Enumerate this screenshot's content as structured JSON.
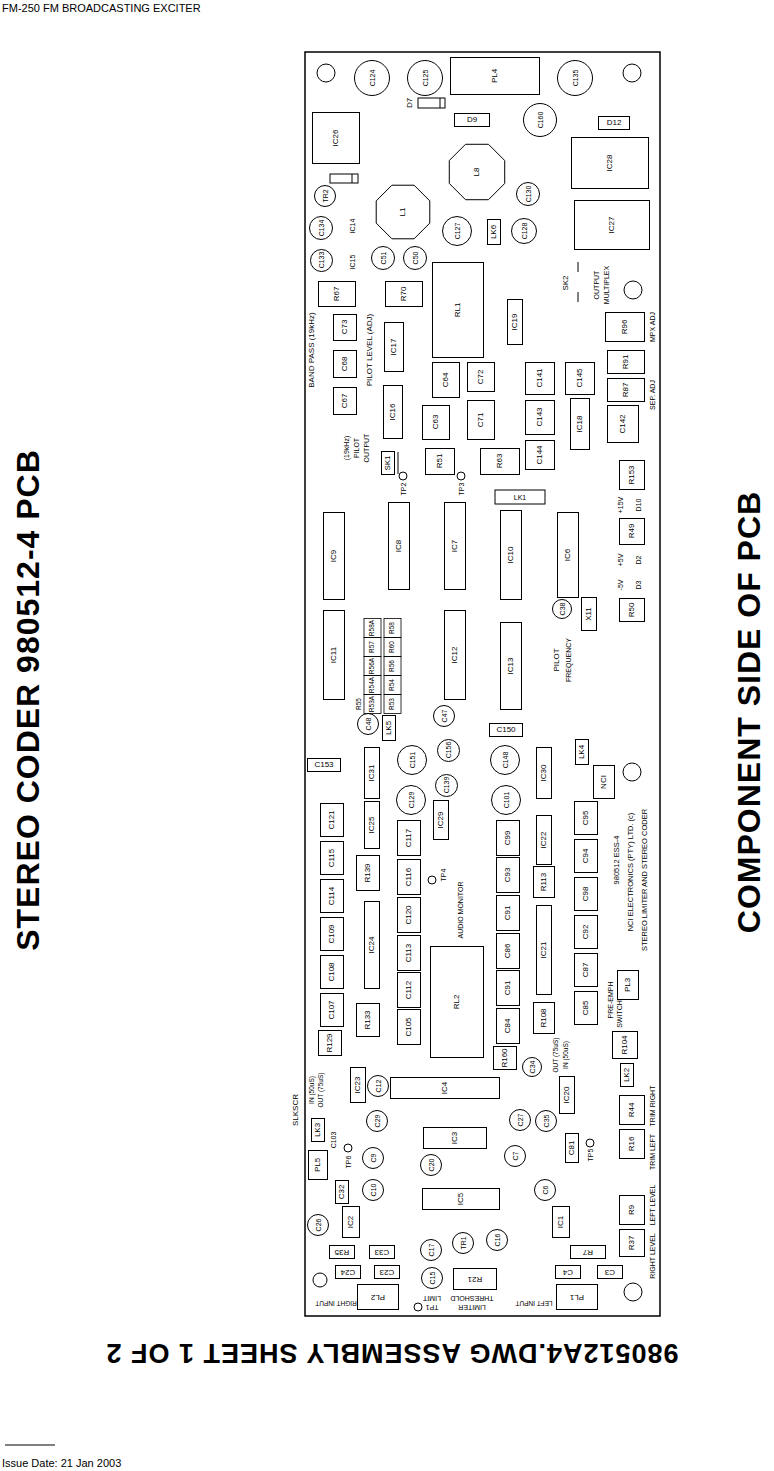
{
  "diagram": {
    "nodes": [
      {
        "text": [
          "C124"
        ]
      },
      {
        "text": [
          "C125"
        ]
      },
      {
        "text": [
          "PL4"
        ]
      },
      {
        "text": [
          "C135"
        ]
      },
      {
        "text": [
          "D9"
        ]
      },
      {
        "text": [
          "C160"
        ]
      },
      {
        "text": [
          "IC26"
        ]
      },
      {
        "text": [
          "D12"
        ]
      },
      {
        "text": [
          "IC28"
        ]
      },
      {
        "text": [
          "L8"
        ]
      },
      {
        "text": [
          "TR2"
        ]
      },
      {
        "text": [
          "L1"
        ]
      },
      {
        "text": [
          "C130"
        ]
      },
      {
        "text": [
          "C134"
        ]
      },
      {
        "text": [
          "C127"
        ]
      },
      {
        "text": [
          "LK6"
        ]
      },
      {
        "text": [
          "C128"
        ]
      },
      {
        "text": [
          "IC27"
        ]
      },
      {
        "text": [
          "C133"
        ]
      },
      {
        "text": [
          "C51"
        ]
      },
      {
        "text": [
          "C50"
        ]
      },
      {
        "text": [
          "RL1"
        ]
      },
      {
        "text": [
          "R67"
        ]
      },
      {
        "text": [
          "R70"
        ]
      },
      {
        "text": [
          "IC19"
        ]
      },
      {
        "text": [
          "R96"
        ]
      },
      {
        "text": [
          "C73"
        ]
      },
      {
        "text": [
          "C68"
        ]
      },
      {
        "text": [
          "C67"
        ]
      },
      {
        "text": [
          "IC17"
        ]
      },
      {
        "text": [
          "C64"
        ]
      },
      {
        "text": [
          "C72"
        ]
      },
      {
        "text": [
          "C141"
        ]
      },
      {
        "text": [
          "C145"
        ]
      },
      {
        "text": [
          "R91"
        ]
      },
      {
        "text": [
          "R87"
        ]
      },
      {
        "text": [
          "IC16"
        ]
      },
      {
        "text": [
          "C63"
        ]
      },
      {
        "text": [
          "C71"
        ]
      },
      {
        "text": [
          "C143"
        ]
      },
      {
        "text": [
          "IC18"
        ]
      },
      {
        "text": [
          "C142"
        ]
      },
      {
        "text": [
          "C144"
        ]
      },
      {
        "text": [
          "SK1"
        ]
      },
      {
        "text": [
          "R51"
        ]
      },
      {
        "text": [
          "R63"
        ]
      },
      {
        "text": [
          "R153"
        ]
      },
      {
        "text": [
          "R49"
        ]
      },
      {
        "text": [
          "R50"
        ]
      },
      {
        "text": [
          "IC9"
        ]
      },
      {
        "text": [
          "IC8"
        ]
      },
      {
        "text": [
          "IC7"
        ]
      },
      {
        "text": [
          "IC10"
        ]
      },
      {
        "text": [
          "IC6"
        ]
      },
      {
        "text": [
          "C38"
        ]
      },
      {
        "text": [
          "X11"
        ]
      },
      {
        "text": [
          "IC11"
        ]
      },
      {
        "text": [
          "IC12"
        ]
      },
      {
        "text": [
          "IC13"
        ]
      },
      {
        "text": [
          "C48"
        ]
      },
      {
        "text": [
          "C47"
        ]
      },
      {
        "text": [
          "LK5"
        ]
      },
      {
        "text": [
          "C150"
        ]
      },
      {
        "text": [
          "C153"
        ]
      },
      {
        "text": [
          "IC31"
        ]
      },
      {
        "text": [
          "C151"
        ]
      },
      {
        "text": [
          "C156"
        ]
      },
      {
        "text": [
          "C148"
        ]
      },
      {
        "text": [
          "LK4"
        ]
      },
      {
        "text": [
          "IC30"
        ]
      },
      {
        "text": [
          "C139"
        ]
      },
      {
        "text": [
          "C129"
        ]
      },
      {
        "text": [
          "C101"
        ]
      },
      {
        "text": [
          "NCI"
        ]
      },
      {
        "text": [
          "C121"
        ]
      },
      {
        "text": [
          "IC25"
        ]
      },
      {
        "text": [
          "C117"
        ]
      },
      {
        "text": [
          "IC29"
        ]
      },
      {
        "text": [
          "C99"
        ]
      },
      {
        "text": [
          "IC22"
        ]
      },
      {
        "text": [
          "C95"
        ]
      },
      {
        "text": [
          "C115"
        ]
      },
      {
        "text": [
          "R139"
        ]
      },
      {
        "text": [
          "C116"
        ]
      },
      {
        "text": [
          "C93"
        ]
      },
      {
        "text": [
          "R113"
        ]
      },
      {
        "text": [
          "C94"
        ]
      },
      {
        "text": [
          "C114"
        ]
      },
      {
        "text": [
          "C120"
        ]
      },
      {
        "text": [
          "C91"
        ]
      },
      {
        "text": [
          "C98"
        ]
      },
      {
        "text": [
          "C109"
        ]
      },
      {
        "text": [
          "IC24"
        ]
      },
      {
        "text": [
          "C113"
        ]
      },
      {
        "text": [
          "C86"
        ]
      },
      {
        "text": [
          "IC21"
        ]
      },
      {
        "text": [
          "C92"
        ]
      },
      {
        "text": [
          "C108"
        ]
      },
      {
        "text": [
          "C112"
        ]
      },
      {
        "text": [
          "RL2"
        ]
      },
      {
        "text": [
          "C91"
        ]
      },
      {
        "text": [
          "C87"
        ]
      },
      {
        "text": [
          "C107"
        ]
      },
      {
        "text": [
          "R133"
        ]
      },
      {
        "text": [
          "C105"
        ]
      },
      {
        "text": [
          "C84"
        ]
      },
      {
        "text": [
          "R108"
        ]
      },
      {
        "text": [
          "C85"
        ]
      },
      {
        "text": [
          "PL3"
        ]
      },
      {
        "text": [
          "R129"
        ]
      },
      {
        "text": [
          "R160"
        ]
      },
      {
        "text": [
          "C34"
        ]
      },
      {
        "text": [
          "R104"
        ]
      },
      {
        "text": [
          "LK2"
        ]
      },
      {
        "text": [
          "IC23"
        ]
      },
      {
        "text": [
          "IC4"
        ]
      },
      {
        "text": [
          "IC20"
        ]
      },
      {
        "text": [
          "C12"
        ]
      },
      {
        "text": [
          "R44"
        ]
      },
      {
        "text": [
          "LK3"
        ]
      },
      {
        "text": [
          "C29"
        ]
      },
      {
        "text": [
          "IC3"
        ]
      },
      {
        "text": [
          "C27"
        ]
      },
      {
        "text": [
          "C35"
        ]
      },
      {
        "text": [
          "R16"
        ]
      },
      {
        "text": [
          "C81"
        ]
      },
      {
        "text": [
          "PL5"
        ]
      },
      {
        "text": [
          "C9"
        ]
      },
      {
        "text": [
          "C20"
        ]
      },
      {
        "text": [
          "C7"
        ]
      },
      {
        "text": [
          "C10"
        ]
      },
      {
        "text": [
          "C32"
        ]
      },
      {
        "text": [
          "IC5"
        ]
      },
      {
        "text": [
          "C6"
        ]
      },
      {
        "text": [
          "R9"
        ]
      },
      {
        "text": [
          "C26"
        ]
      },
      {
        "text": [
          "IC2"
        ]
      },
      {
        "text": [
          "IC1"
        ]
      },
      {
        "text": [
          "C16"
        ]
      },
      {
        "text": [
          "R37"
        ]
      },
      {
        "text": [
          "C17"
        ]
      },
      {
        "text": [
          "TR1"
        ]
      },
      {
        "text": [
          "R35"
        ]
      },
      {
        "text": [
          "C33"
        ]
      },
      {
        "text": [
          "R7"
        ]
      },
      {
        "text": [
          "C24"
        ]
      },
      {
        "text": [
          "C23"
        ]
      },
      {
        "text": [
          "C4"
        ]
      },
      {
        "text": [
          "C3"
        ]
      },
      {
        "text": [
          "C15"
        ]
      },
      {
        "text": [
          "R21"
        ]
      },
      {
        "text": [
          "PL2"
        ]
      },
      {
        "text": [
          "PL1"
        ]
      }
    ],
    "labels": [
      "FM-250 FM BROADCASTING EXCITER",
      "STEREO CODER 980512-4 PCB",
      "COMPONENT SIDE OF PCB",
      "980512A4.DWG ASSEMBLY SHEET 1 OF 2",
      "Issue Date: 21 Jan 2003",
      "D7",
      "BAND PASS (19kHz)",
      "PILOT LEVEL (ADJ)",
      "SK2",
      "OUTPUT",
      "MULTIPLEX",
      "MPX ADJ",
      "SEP. ADJ",
      "(19kHz)",
      "PILOT",
      "OUTPUT",
      "TP2",
      "TP3",
      "LK1",
      "+15V",
      "D10",
      "+5V",
      "D2",
      "-5V",
      "D3",
      "PILOT",
      "FREQUENCY",
      "R58A",
      "R58",
      "R57",
      "R60",
      "R56A",
      "R56",
      "R54A",
      "R54",
      "R53A",
      "R53",
      "R55",
      "TP4",
      "AUDIO MONITOR",
      "980512 ESS-4",
      "NCI ELECTRONICS (PTY) LTD. (c)",
      "STEREO LIMITER AND STEREO CODER",
      "PRE-EMPH",
      "SWITCH",
      "OUT (75uS)",
      "IN (50uS)",
      "TRIM RIGHT",
      "TRIM LEFT",
      "LEFT LEVEL",
      "RIGHT LEVEL",
      "SLKSCR",
      "IN (50uS)",
      "OUT (75uS)",
      "C103",
      "TP6",
      "TP5",
      "THRESHOLD",
      "LIMITER",
      "LIMIT",
      "TP1",
      "LEFT INPUT",
      "RIGHT INPUT",
      "IC14",
      "IC15"
    ]
  }
}
